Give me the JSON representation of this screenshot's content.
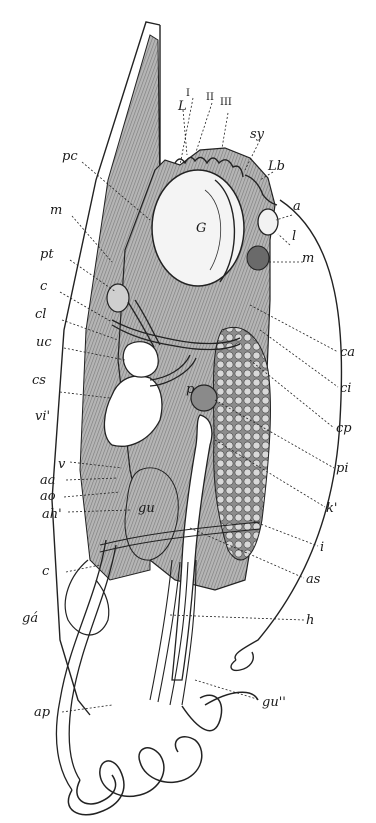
{
  "labels": {
    "pc": "pc",
    "I": "I",
    "II": "II",
    "III": "III",
    "L": "L",
    "sy": "sy",
    "Lb": "Lb",
    "m_left": "m",
    "pt": "pt",
    "c_top": "c",
    "cl": "cl",
    "uc": "uc",
    "cs": "cs",
    "vi": "vi'",
    "v": "v",
    "aa": "aa",
    "ao": "ao",
    "ah": "ah'",
    "c_bottom": "c",
    "ga": "gá",
    "ap": "ap",
    "a": "a",
    "l": "l",
    "m_right": "m",
    "ca": "ca",
    "ci": "ci",
    "cp": "cp",
    "pi": "pi",
    "k": "k'",
    "i": "i",
    "as": "as",
    "h": "h",
    "gu2": "gu''",
    "gu": "gu",
    "G": "G",
    "p": "p"
  },
  "colors": {
    "ink": "#222222",
    "shade": "#9a9a9a",
    "dark_shade": "#6e6e6e",
    "paper": "#ffffff"
  }
}
